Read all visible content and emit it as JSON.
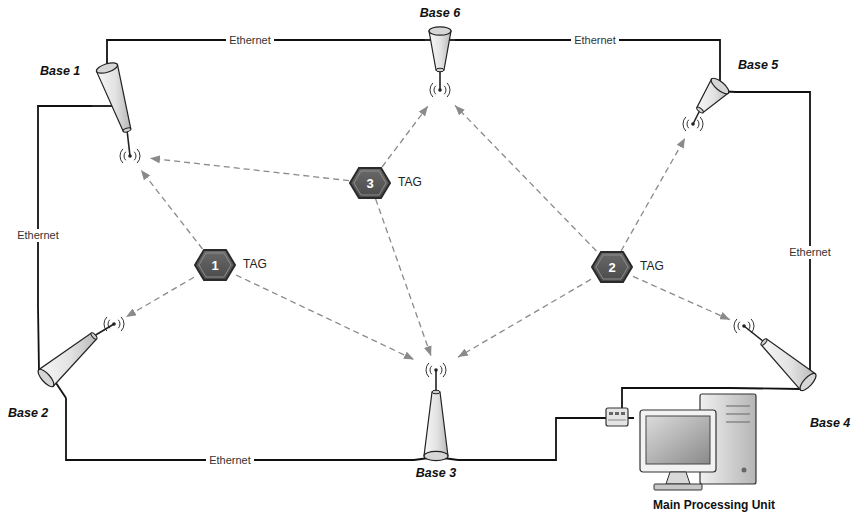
{
  "diagram": {
    "nodes": [
      {
        "text": [
          "Base 1"
        ]
      },
      {
        "text": [
          "Base 6"
        ]
      },
      {
        "text": [
          "Base 5"
        ]
      },
      {
        "text": [
          "3",
          "TAG"
        ]
      },
      {
        "text": [
          "1",
          "TAG"
        ]
      },
      {
        "text": [
          "2",
          "TAG"
        ]
      },
      {
        "text": [
          "Base 2"
        ]
      },
      {
        "text": [
          "Base 3"
        ]
      },
      {
        "text": [
          "Base 4"
        ]
      },
      {
        "text": [
          "Main Processing Unit"
        ]
      }
    ],
    "edges": [
      {
        "from": 0,
        "to": 1,
        "label": "Ethernet",
        "arrow": "none"
      },
      {
        "from": 1,
        "to": 2,
        "label": "Ethernet",
        "arrow": "none"
      },
      {
        "from": 0,
        "to": 6,
        "label": "Ethernet",
        "arrow": "none"
      },
      {
        "from": 2,
        "to": 8,
        "label": "Ethernet",
        "arrow": "none"
      },
      {
        "from": 6,
        "to": 7,
        "label": "Ethernet",
        "arrow": "none"
      },
      {
        "from": 7,
        "to": 9,
        "arrow": "none"
      },
      {
        "from": 8,
        "to": 9,
        "arrow": "none"
      },
      {
        "from": 4,
        "to": 0,
        "arrow": "to"
      },
      {
        "from": 4,
        "to": 6,
        "arrow": "to"
      },
      {
        "from": 4,
        "to": 7,
        "arrow": "to"
      },
      {
        "from": 3,
        "to": 0,
        "arrow": "to"
      },
      {
        "from": 3,
        "to": 1,
        "arrow": "to"
      },
      {
        "from": 3,
        "to": 7,
        "arrow": "to"
      },
      {
        "from": 5,
        "to": 1,
        "arrow": "to"
      },
      {
        "from": 5,
        "to": 2,
        "arrow": "to"
      },
      {
        "from": 5,
        "to": 8,
        "arrow": "to"
      },
      {
        "from": 5,
        "to": 7,
        "arrow": "to"
      }
    ]
  }
}
